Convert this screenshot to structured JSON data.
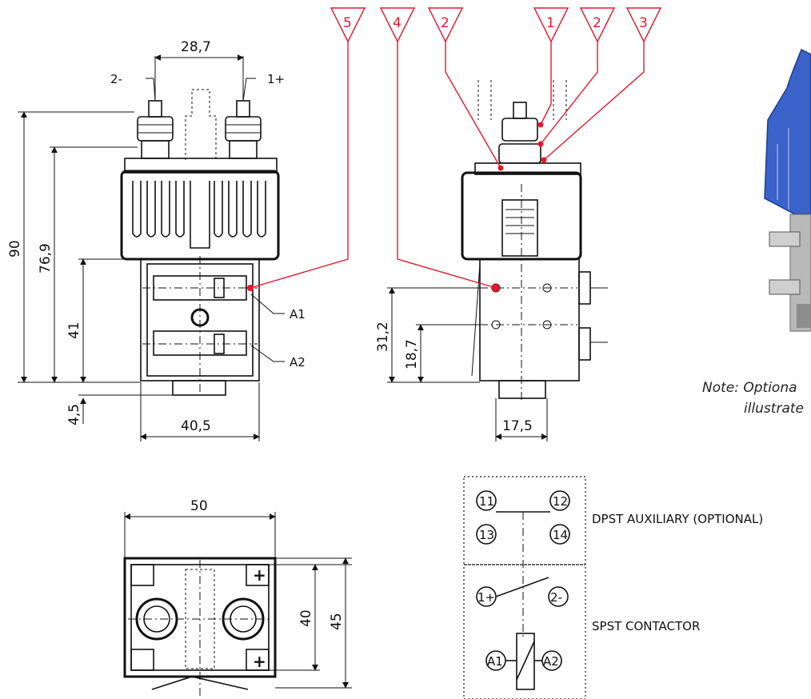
{
  "dimensions": {
    "top_width": "28,7",
    "height_total": "90",
    "height_terminal": "76,9",
    "height_body": "41",
    "height_bottom": "4,5",
    "base_width": "40,5",
    "side_h1": "31,2",
    "side_h2": "18,7",
    "side_w": "17,5",
    "bottom_width": "50",
    "bottom_h1": "40",
    "bottom_h2": "45"
  },
  "terminals": {
    "minus": "2-",
    "plus": "1+",
    "a1": "A1",
    "a2": "A2"
  },
  "callouts": [
    "5",
    "4",
    "2",
    "1",
    "2",
    "3"
  ],
  "schematic": {
    "aux_label": "DPST AUXILIARY (OPTIONAL)",
    "contactor_label": "SPST CONTACTOR",
    "pins": {
      "p11": "11",
      "p12": "12",
      "p13": "13",
      "p14": "14",
      "p1": "1+",
      "p2": "2-",
      "a1": "A1",
      "a2": "A2"
    }
  },
  "note": {
    "line1": "Note: Optiona",
    "line2": "illustrate"
  },
  "colors": {
    "callout": "#e3182d",
    "accent_blue": "#3b62c9"
  }
}
